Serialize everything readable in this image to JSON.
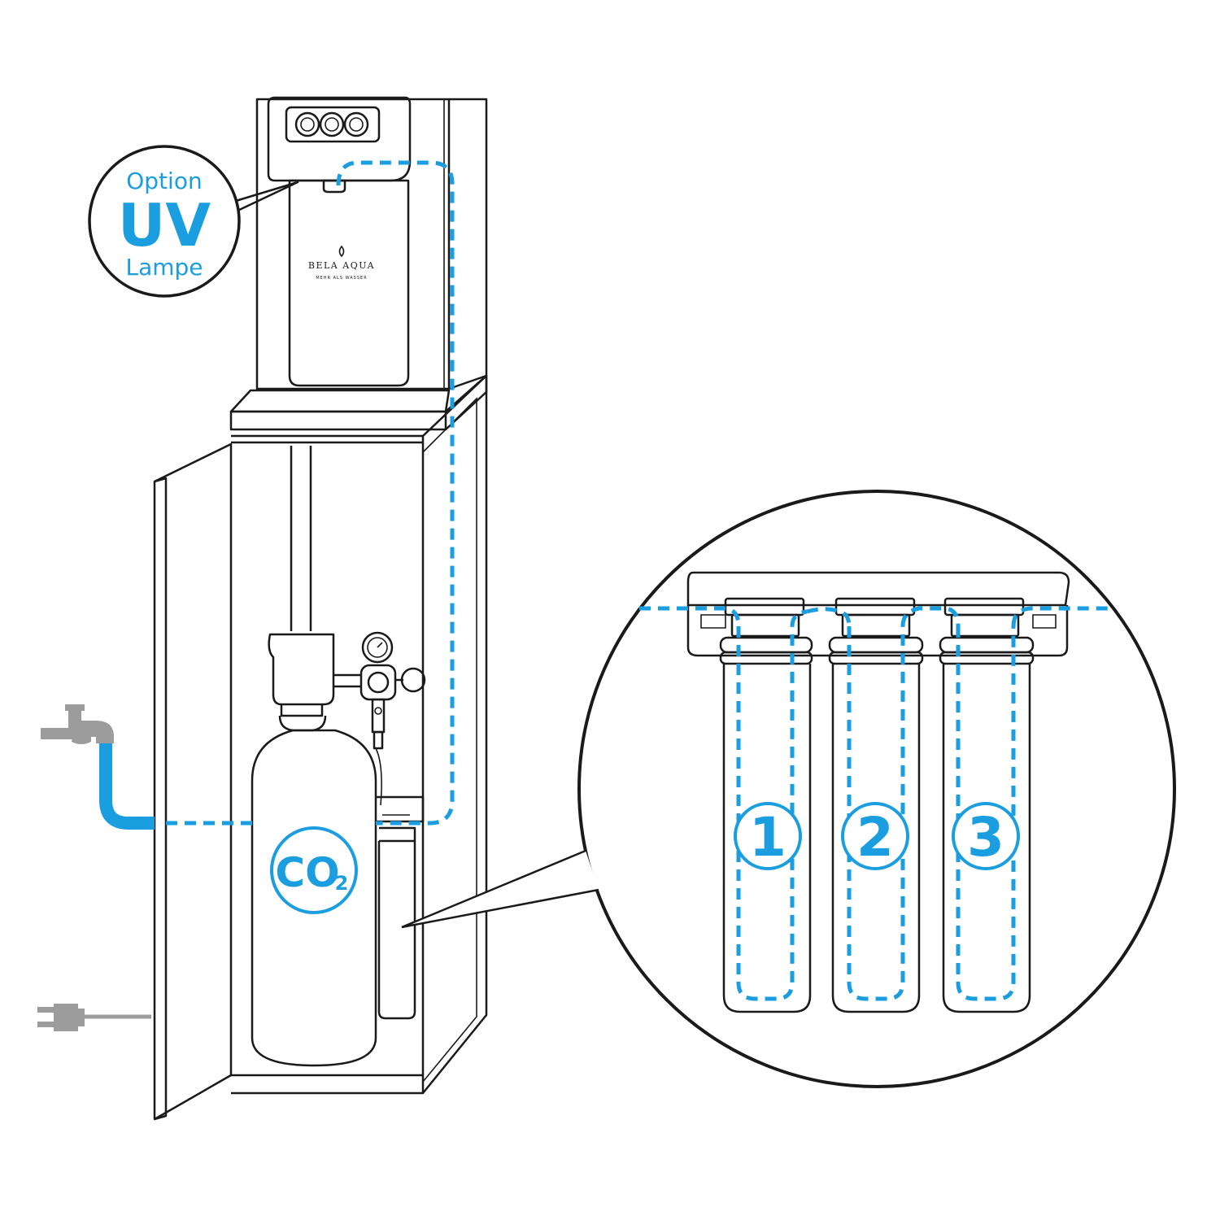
{
  "uv_callout": {
    "line1": "Option",
    "line2": "UV",
    "line3": "Lampe"
  },
  "brand": {
    "name": "BELA AQUA",
    "tagline": "MEHR ALS WASSER"
  },
  "co2_badge": {
    "main": "CO",
    "subscript": "2"
  },
  "filters": [
    {
      "number": "1"
    },
    {
      "number": "2"
    },
    {
      "number": "3"
    }
  ],
  "colors": {
    "accent": "#1a9ee0",
    "outline": "#1a1a1a",
    "utility_gray": "#9c9c9c"
  },
  "icons": {
    "water": "faucet-icon",
    "power": "power-plug-icon"
  }
}
